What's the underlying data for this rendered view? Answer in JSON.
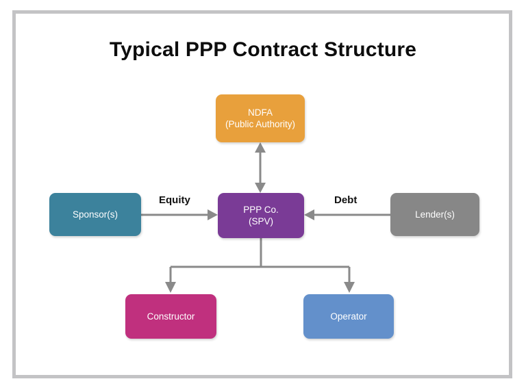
{
  "diagram": {
    "title": "Typical PPP Contract Structure",
    "frame_border_color": "#c3c3c5",
    "background_color": "#ffffff",
    "connector_color": "#8a8a8a",
    "nodes": [
      {
        "id": "ndfa",
        "line1": "NDFA",
        "line2": "(Public Authority)",
        "color": "#e8a03c",
        "text_color": "#ffffff"
      },
      {
        "id": "pppco",
        "line1": "PPP Co.",
        "line2": "(SPV)",
        "color": "#7a3b96",
        "text_color": "#ffffff"
      },
      {
        "id": "sponsors",
        "line1": "Sponsor(s)",
        "line2": "",
        "color": "#3c829c",
        "text_color": "#ffffff"
      },
      {
        "id": "lenders",
        "line1": "Lender(s)",
        "line2": "",
        "color": "#878787",
        "text_color": "#ffffff"
      },
      {
        "id": "constructor",
        "line1": "Constructor",
        "line2": "",
        "color": "#c0307e",
        "text_color": "#ffffff"
      },
      {
        "id": "operator",
        "line1": "Operator",
        "line2": "",
        "color": "#6390cb",
        "text_color": "#ffffff"
      }
    ],
    "edges": [
      {
        "id": "ndfa-pppco",
        "from": "pppco",
        "to": "ndfa",
        "label": "",
        "arrowheads": "both"
      },
      {
        "id": "sponsors-pppco",
        "from": "sponsors",
        "to": "pppco",
        "label": "Equity",
        "arrowheads": "end"
      },
      {
        "id": "lenders-pppco",
        "from": "lenders",
        "to": "pppco",
        "label": "Debt",
        "arrowheads": "end"
      },
      {
        "id": "pppco-constructor",
        "from": "pppco",
        "to": "constructor",
        "label": "",
        "arrowheads": "end"
      },
      {
        "id": "pppco-operator",
        "from": "pppco",
        "to": "operator",
        "label": "",
        "arrowheads": "end"
      }
    ]
  }
}
